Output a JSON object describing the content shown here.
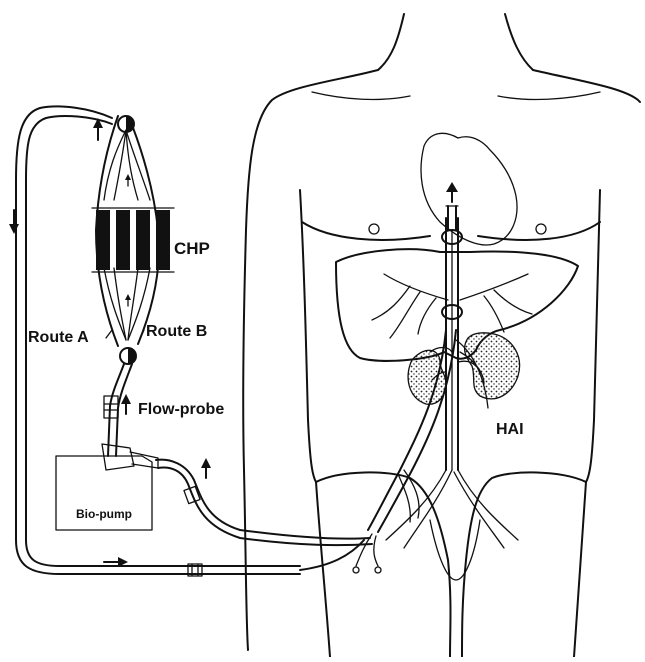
{
  "labels": {
    "chp": "CHP",
    "route_a": "Route A",
    "route_b": "Route B",
    "flow_probe": "Flow-probe",
    "hai": "HAI",
    "bio_pump": "Bio-pump"
  }
}
